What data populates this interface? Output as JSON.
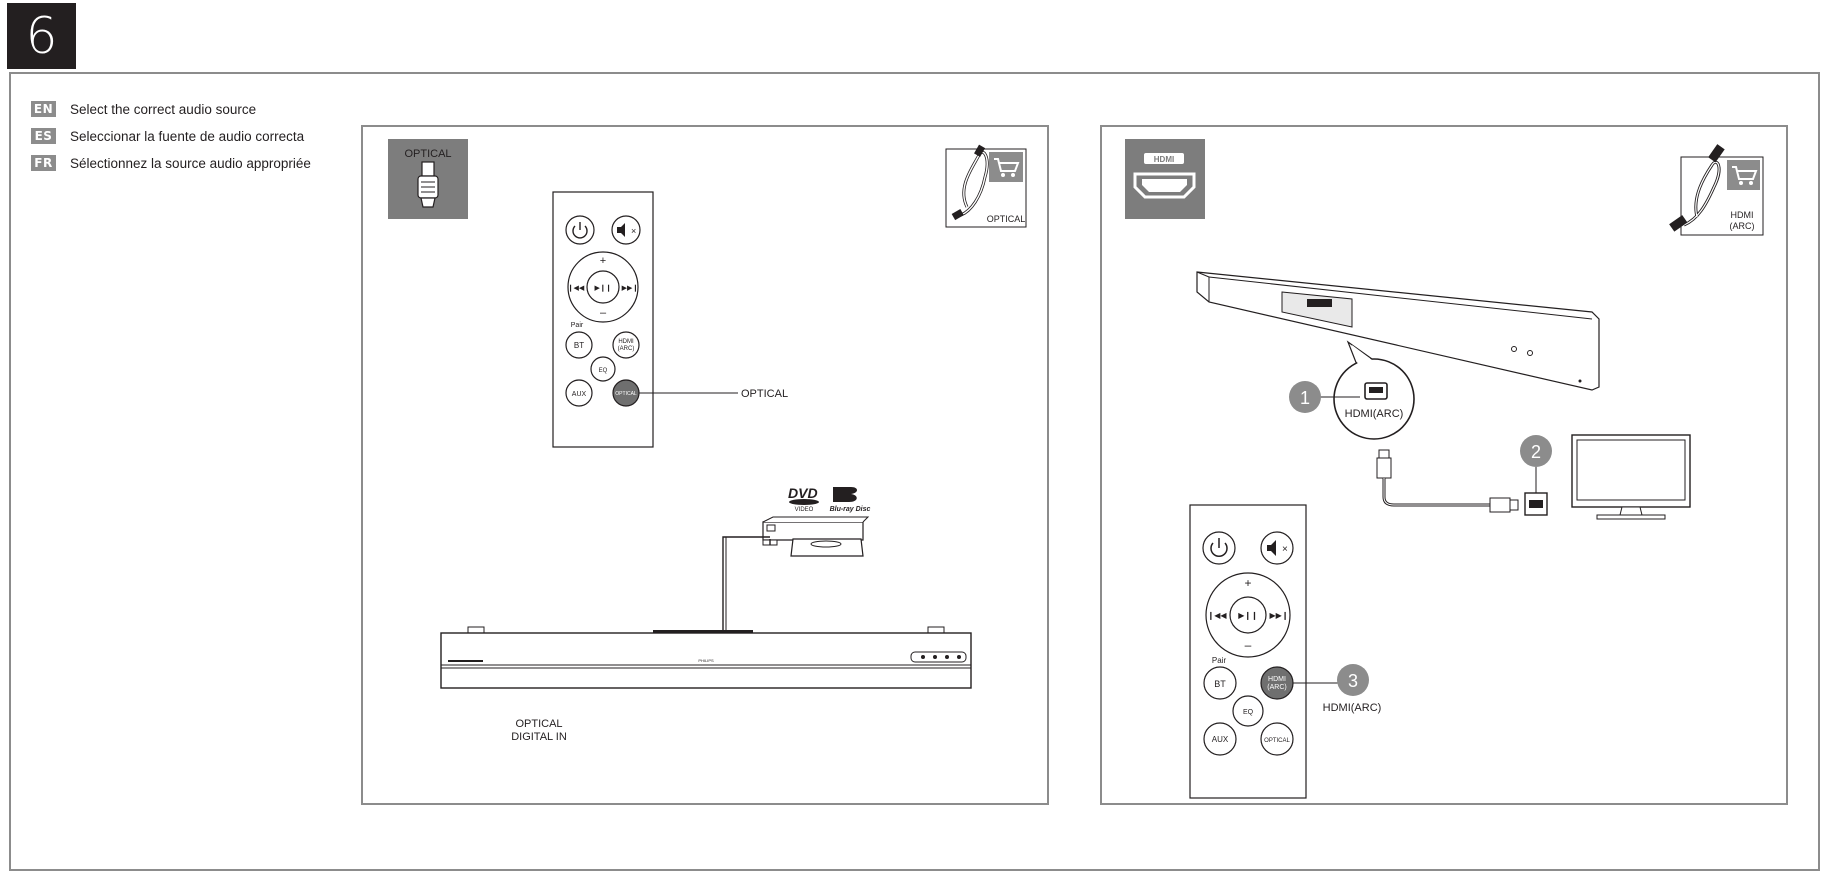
{
  "step": {
    "number": "6"
  },
  "instructions": [
    {
      "code": "EN",
      "text": "Select the correct audio source"
    },
    {
      "code": "ES",
      "text": "Seleccionar la fuente de audio correcta"
    },
    {
      "code": "FR",
      "text": "Sélectionnez la source audio appropriée"
    }
  ],
  "optical_panel": {
    "badge_label": "OPTICAL",
    "cable_label": "OPTICAL",
    "callout_label": "OPTICAL",
    "port_label_line1": "OPTICAL",
    "port_label_line2": "DIGITAL IN",
    "dvd_logo": "DVD",
    "dvd_sub": "VIDEO",
    "bluray_logo": "Blu-ray Disc",
    "soundbar_brand": "PHILIPS"
  },
  "hdmi_panel": {
    "badge_label": "HDMI",
    "cable_label_line1": "HDMI",
    "cable_label_line2": "(ARC)",
    "port_label": "HDMI(ARC)",
    "step1": "1",
    "step2": "2",
    "step3": "3",
    "remote_callout_label": "HDMI(ARC)"
  },
  "remote": {
    "plus": "+",
    "minus": "–",
    "pair_label": "Pair",
    "bt_label": "BT",
    "hdmi_label_line1": "HDMI",
    "hdmi_label_line2": "(ARC)",
    "eq_label": "EQ",
    "aux_label": "AUX",
    "optical_label": "OPTICAL"
  },
  "colors": {
    "dark": "#231f20",
    "gray": "#8c8c8c",
    "badge_bg": "#7d7d7d",
    "highlight": "#6f6f6f"
  }
}
